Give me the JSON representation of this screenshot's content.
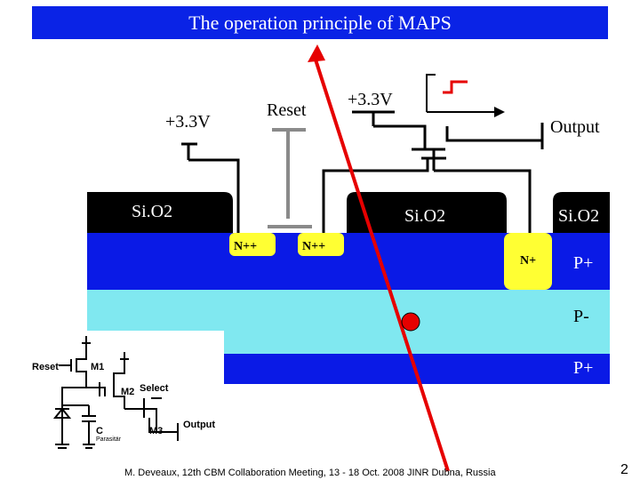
{
  "slide": {
    "title": "The operation principle of MAPS",
    "footer": "M. Deveaux, 12th CBM Collaboration Meeting, 13 - 18 Oct. 2008 JINR Dubna, Russia",
    "page_number": "2"
  },
  "diagram": {
    "supply_left": "+3.3V",
    "reset": "Reset",
    "supply_mid": "+3.3V",
    "output": "Output",
    "oxide_left": "Si.O2",
    "oxide_mid": "Si.O2",
    "oxide_right": "Si.O2",
    "n_implant_1": "N++",
    "n_implant_2": "N++",
    "n_well": "N+",
    "p_epi_top": "P+",
    "p_epi": "P-",
    "p_substrate": "P+"
  },
  "schematic": {
    "reset": "Reset",
    "m1": "M1",
    "m2": "M2",
    "select": "Select",
    "m3": "M3",
    "output": "Output",
    "c": "C",
    "parasitic": "Parasitär"
  },
  "colors": {
    "title_bg": "#0a23e6",
    "oxide": "#000000",
    "p_plus": "#0a1ae6",
    "p_minus": "#80e8f0",
    "n_implant": "#ffff33",
    "particle_track": "#e60000"
  }
}
